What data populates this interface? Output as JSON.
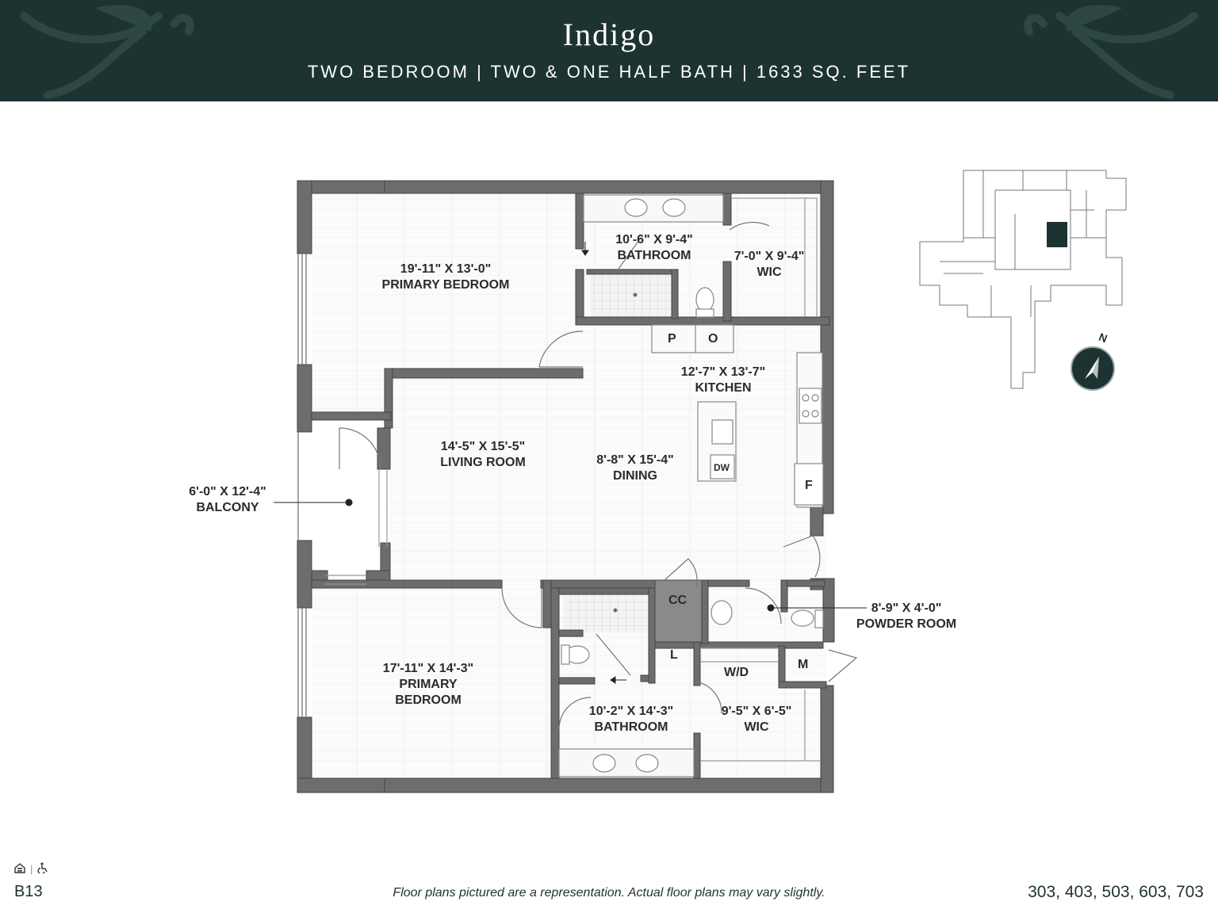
{
  "header": {
    "title": "Indigo",
    "subtitle": "TWO BEDROOM | TWO & ONE HALF BATH | 1633 SQ. FEET"
  },
  "rooms": {
    "primary_bedroom_1": {
      "dims": "19'-11\" X 13'-0\"",
      "name": "PRIMARY BEDROOM"
    },
    "bathroom_1": {
      "dims": "10'-6\" X 9'-4\"",
      "name": "BATHROOM"
    },
    "wic_1": {
      "dims": "7'-0\" X 9'-4\"",
      "name": "WIC"
    },
    "kitchen": {
      "dims": "12'-7\" X 13'-7\"",
      "name": "KITCHEN"
    },
    "living_room": {
      "dims": "14'-5\" X 15'-5\"",
      "name": "LIVING ROOM"
    },
    "dining": {
      "dims": "8'-8\" X 15'-4\"",
      "name": "DINING"
    },
    "balcony": {
      "dims": "6'-0\" X 12'-4\"",
      "name": "BALCONY"
    },
    "powder_room": {
      "dims": "8'-9\" X 4'-0\"",
      "name": "POWDER ROOM"
    },
    "primary_bedroom_2": {
      "dims": "17'-11\" X 14'-3\"",
      "name_line1": "PRIMARY",
      "name_line2": "BEDROOM"
    },
    "bathroom_2": {
      "dims": "10'-2\" X 14'-3\"",
      "name": "BATHROOM"
    },
    "wic_2": {
      "dims": "9'-5\" X 6'-5\"",
      "name": "WIC"
    }
  },
  "fixtures": {
    "pantry": "P",
    "oven": "O",
    "dishwasher": "DW",
    "fridge": "F",
    "coat_closet": "CC",
    "linen": "L",
    "washer_dryer": "W/D",
    "mechanical": "M"
  },
  "compass": {
    "north": "N"
  },
  "footer": {
    "unit_code": "B13",
    "disclaimer": "Floor plans pictured are a representation. Actual floor plans may vary slightly.",
    "unit_numbers": "303, 403, 503, 603, 703"
  },
  "colors": {
    "brand": "#1d3331",
    "wall": "#6d6d6d",
    "wall_dark": "#4a4a4a"
  },
  "icons": [
    "equal-housing-icon",
    "accessibility-icon"
  ]
}
